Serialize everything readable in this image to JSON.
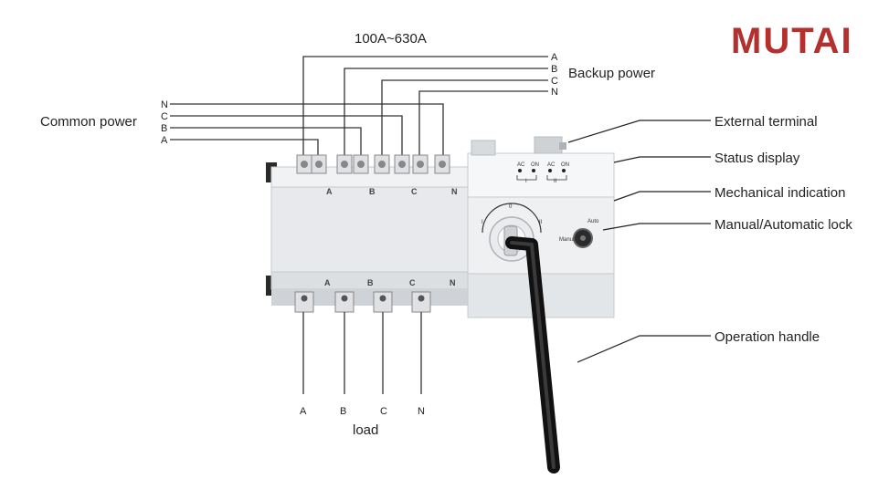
{
  "brand": {
    "logo_text": "MUTAI",
    "logo_color": "#b3302f"
  },
  "rating": "100A~630A",
  "backup_power": {
    "title": "Backup power",
    "phases": [
      "A",
      "B",
      "C",
      "N"
    ]
  },
  "common_power": {
    "title": "Common power",
    "phases": [
      "N",
      "C",
      "B",
      "A"
    ]
  },
  "terminal_marks": {
    "top": [
      "A",
      "B",
      "C",
      "N"
    ],
    "bottom": [
      "A",
      "B",
      "C",
      "N"
    ]
  },
  "load": {
    "title": "load",
    "phases": [
      "A",
      "B",
      "C",
      "N"
    ]
  },
  "callouts": [
    "External terminal",
    "Status display",
    "Mechanical indication",
    "Manual/Automatic lock",
    "Operation handle"
  ],
  "status_panel": {
    "group1": [
      "AC",
      "ON"
    ],
    "group2": [
      "AC",
      "ON"
    ],
    "group1_id": "I",
    "group2_id": "II"
  },
  "dial_marks": [
    "0",
    "I",
    "II"
  ],
  "lock_marks": [
    "Auto",
    "Manual"
  ]
}
